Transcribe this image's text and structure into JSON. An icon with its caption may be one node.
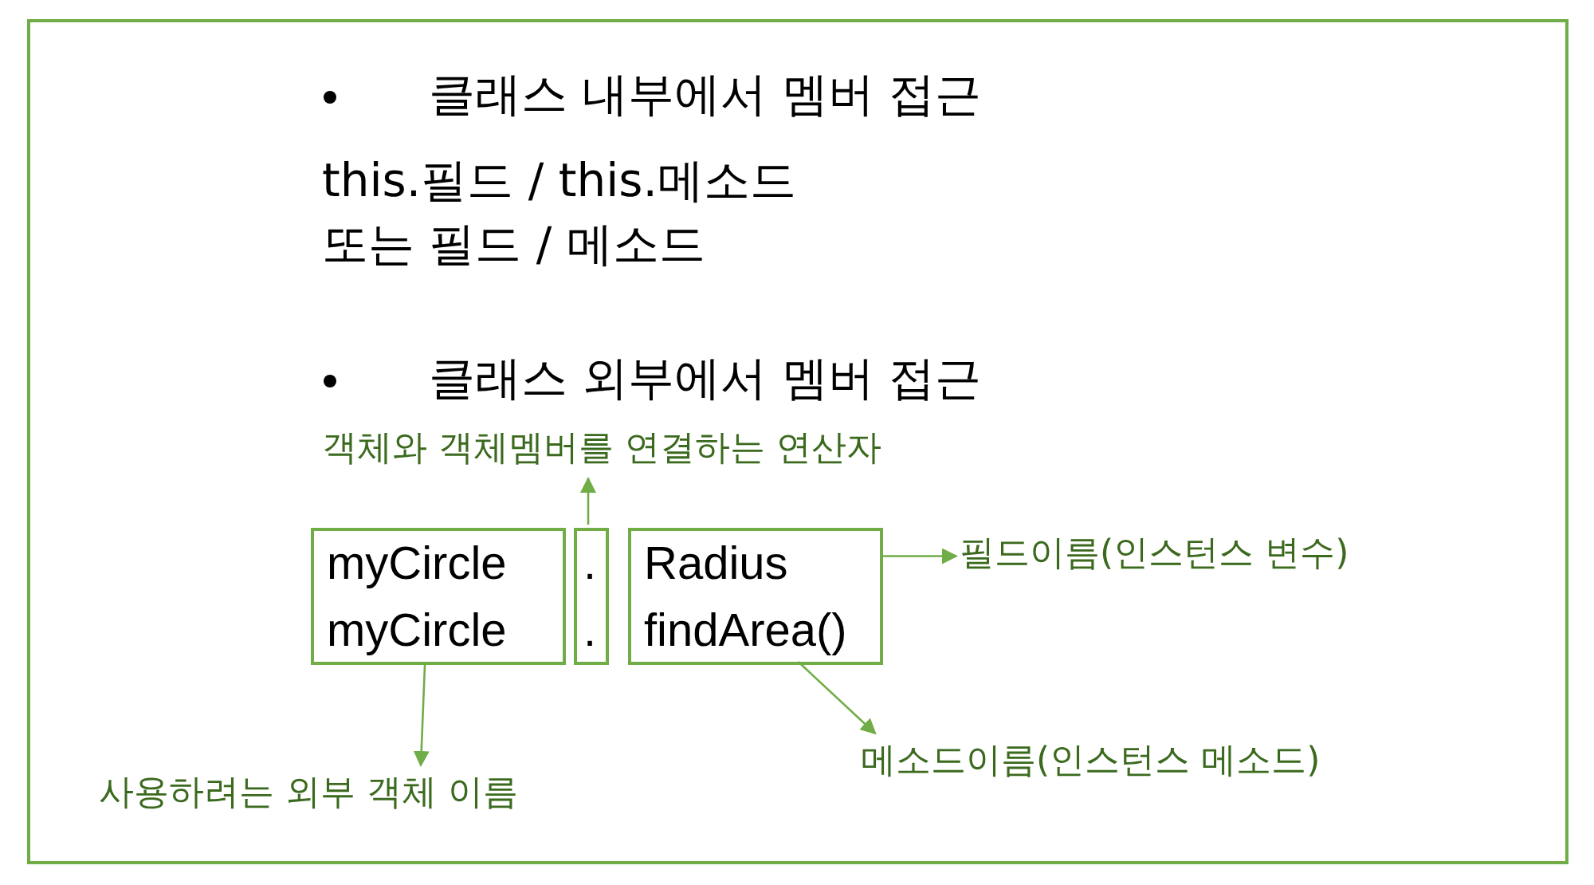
{
  "diagram": {
    "nodes": [
      {
        "text": [
          "클래스 내부에서 멤버 접근",
          "this.필드 / this.메소드",
          "또는 필드 / 메소드",
          "클래스 외부에서 멤버 접근"
        ]
      },
      {
        "text": [
          "myCircle myCircle"
        ],
        "in": 0
      },
      {
        "text": [
          ". ."
        ],
        "in": 0
      },
      {
        "text": [
          "Radius findArea()"
        ],
        "in": 0
      },
      {
        "text": [
          "객체와 객체멤버를 연결하는 연산자"
        ],
        "in": 0
      },
      {
        "text": [
          "필드이름(인스턴스 변수)"
        ],
        "in": 0
      },
      {
        "text": [
          "메소드이름(인스턴스 메소드)"
        ],
        "in": 0
      },
      {
        "text": [
          "사용하려는 외부 객체 이름"
        ],
        "in": 0
      }
    ],
    "edges": [
      {
        "from": 2,
        "to": 4,
        "arrow": "to"
      },
      {
        "from": 3,
        "to": 5,
        "arrow": "to"
      },
      {
        "from": 3,
        "to": 6,
        "arrow": "to"
      },
      {
        "from": 1,
        "to": 7,
        "arrow": "to"
      }
    ]
  }
}
